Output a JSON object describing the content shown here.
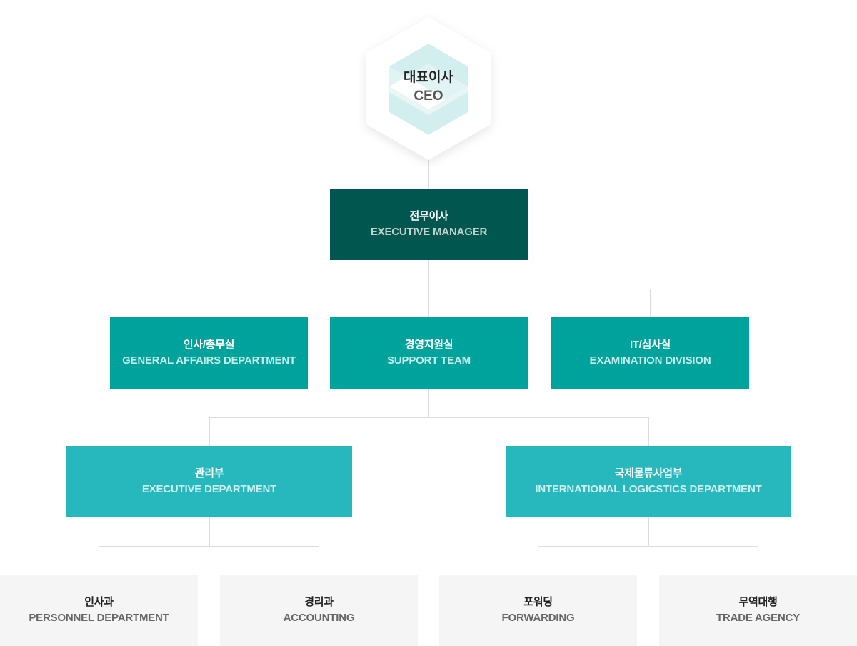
{
  "ceo": {
    "ko": "대표이사",
    "en": "CEO"
  },
  "executive_manager": {
    "ko": "전무이사",
    "en": "EXECUTIVE MANAGER"
  },
  "level2": [
    {
      "ko": "인사/총무실",
      "en": "GENERAL AFFAIRS DEPARTMENT"
    },
    {
      "ko": "경영지원실",
      "en": "SUPPORT TEAM"
    },
    {
      "ko": "IT/심사실",
      "en": "EXAMINATION DIVISION"
    }
  ],
  "level3": [
    {
      "ko": "관리부",
      "en": "EXECUTIVE DEPARTMENT"
    },
    {
      "ko": "국제물류사업부",
      "en": "INTERNATIONAL LOGICSTICS DEPARTMENT"
    }
  ],
  "level4": [
    {
      "ko": "인사과",
      "en": "PERSONNEL DEPARTMENT"
    },
    {
      "ko": "경리과",
      "en": "ACCOUNTING"
    },
    {
      "ko": "포워딩",
      "en": "FORWARDING"
    },
    {
      "ko": "무역대행",
      "en": "TRADE AGENCY"
    }
  ],
  "colors": {
    "dark": "#01574f",
    "mid": "#00a39b",
    "light": "#27b8bd",
    "grey": "#f5f5f5",
    "connector": "#dcdcdc"
  }
}
